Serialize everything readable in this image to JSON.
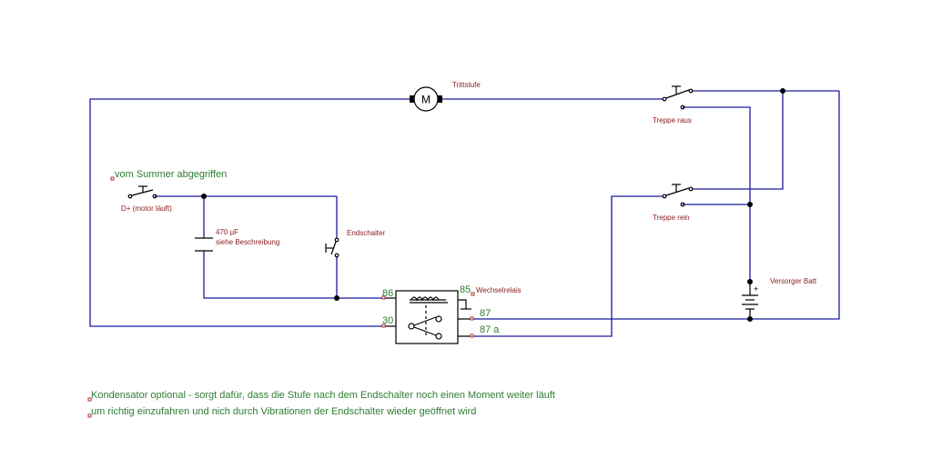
{
  "labels": {
    "motor_symbol": "M",
    "motor_label": "Trittstufe",
    "switch_out": "Treppe raus",
    "switch_in": "Treppe rein",
    "summer_note": "vom Summer abgegriffen",
    "dplus": "D+ (motor läuft)",
    "capacitor_value": "470 µF",
    "capacitor_note": "siehe Beschreibung",
    "endschalter": "Endschalter",
    "relay_label": "Wechselrelais",
    "pin_86": "86",
    "pin_85": "85",
    "pin_30": "30",
    "pin_87": "87",
    "pin_87a": "87 a",
    "battery_label": "Versorger Batt",
    "battery_plus": "+"
  },
  "notes": {
    "line1": "Kondensator optional - sorgt dafür, dass die Stufe nach dem Endschalter noch einen Moment weiter läuft",
    "line2": "um richtig einzufahren und nich durch Vibrationen der Endschalter wieder geöffnet wird"
  },
  "colors": {
    "wire": "#1a1aa0",
    "component": "#000000",
    "label_red": "#8a2020",
    "label_green": "#2e7d32"
  }
}
